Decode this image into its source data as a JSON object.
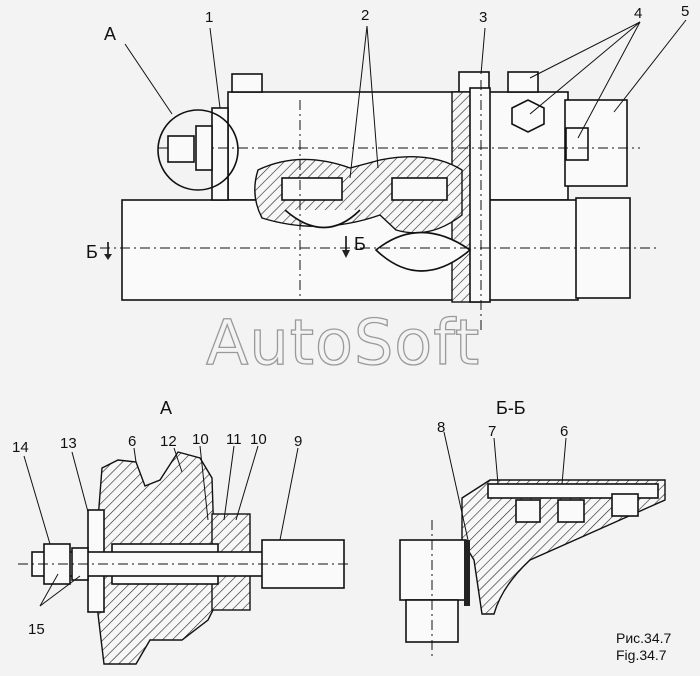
{
  "labels": {
    "callout_A": "A",
    "p1": "1",
    "p2": "2",
    "p3": "3",
    "p4": "4",
    "p5": "5",
    "section_B_left": "Б",
    "section_B_right": "Б",
    "view_A_title": "А",
    "section_BB_title": "Б-Б",
    "p6a": "6",
    "p12": "12",
    "p10a": "10",
    "p11": "11",
    "p10b": "10",
    "p9": "9",
    "p14": "14",
    "p13": "13",
    "p15": "15",
    "p8": "8",
    "p7": "7",
    "p6b": "6"
  },
  "watermark": "AutoSoft",
  "caption": {
    "ru": "Рис.34.7",
    "en": "Fig.34.7"
  }
}
